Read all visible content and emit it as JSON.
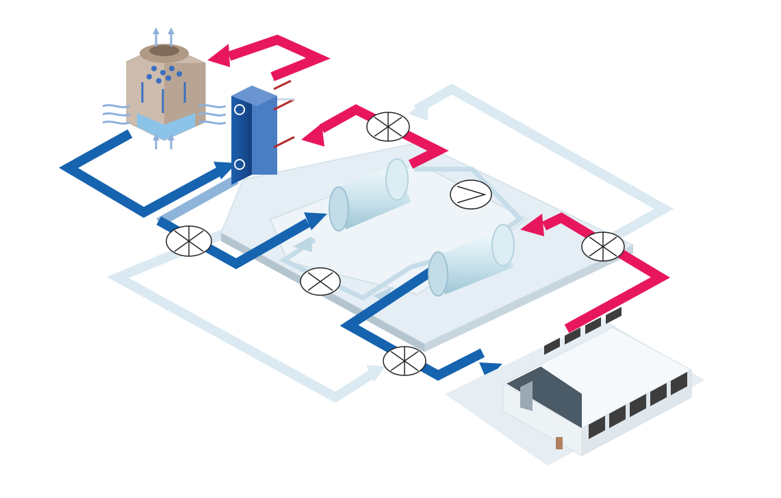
{
  "colors": {
    "supply_blue": "#1663b0",
    "return_red": "#e8175d",
    "bypass_lightblue": "#dbe9f2",
    "link_blue": "#8eb4d9",
    "platform": "#e4eef4",
    "platform_edge": "#b5c5cf",
    "vessel": "#cfe6ef",
    "tower_body": "#cdbcad",
    "heat_exchanger": "#1a4f9a",
    "building": "#ffffff",
    "building_window": "#3d3d3d"
  },
  "components": [
    {
      "name": "cooling-tower",
      "icon": "cooling-tower-icon"
    },
    {
      "name": "plate-heat-exchanger",
      "icon": "heat-exchanger-icon"
    },
    {
      "name": "chiller-evaporator",
      "icon": "cylinder-vessel-icon"
    },
    {
      "name": "chiller-condenser",
      "icon": "cylinder-vessel-icon"
    },
    {
      "name": "data-center-building",
      "icon": "building-icon"
    }
  ],
  "valves": [
    {
      "name": "valve-left",
      "icon": "valve-icon"
    },
    {
      "name": "valve-top-center",
      "icon": "valve-icon"
    },
    {
      "name": "valve-center-lower",
      "icon": "valve-icon"
    },
    {
      "name": "valve-bottom-center",
      "icon": "valve-icon"
    },
    {
      "name": "valve-right",
      "icon": "valve-icon"
    }
  ],
  "pumps": [
    {
      "name": "pump-center-right",
      "icon": "pump-icon"
    }
  ]
}
